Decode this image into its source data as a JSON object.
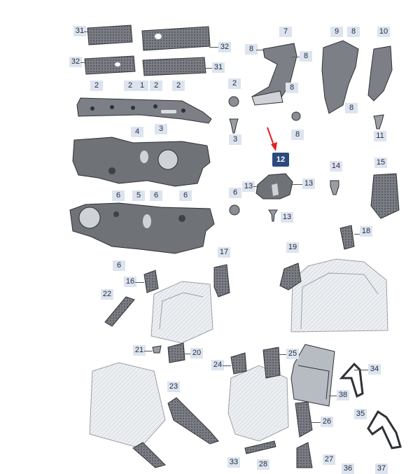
{
  "colors": {
    "part": "#6f7378",
    "part_dark": "#3d4045",
    "body": "#e6e9ed",
    "label_bg": "#dde4ef",
    "highlight": "#2c4a7c",
    "arrow": "#e02020"
  },
  "highlighted": "12",
  "labels": [
    "31",
    "32",
    "32",
    "31",
    "2",
    "2",
    "1",
    "2",
    "2",
    "3",
    "4",
    "6",
    "5",
    "6",
    "6",
    "6",
    "7",
    "8",
    "8",
    "8",
    "9",
    "8",
    "8",
    "10",
    "2",
    "3",
    "8",
    "11",
    "12",
    "13",
    "13",
    "13",
    "14",
    "15",
    "6",
    "16",
    "17",
    "18",
    "19",
    "20",
    "21",
    "22",
    "23",
    "24",
    "25",
    "26",
    "27",
    "28",
    "33",
    "34",
    "35",
    "38",
    "36",
    "37"
  ]
}
